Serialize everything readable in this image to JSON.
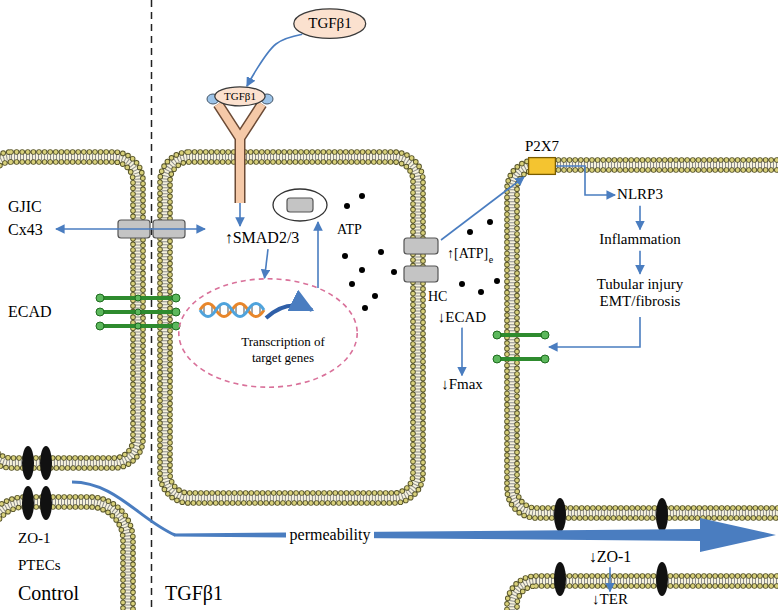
{
  "diagram": {
    "nodes": [
      {
        "text": [
          "TGFβ1"
        ]
      },
      {
        "text": [
          "TGFβ1"
        ]
      },
      {
        "text": [
          "P2X7"
        ]
      },
      {
        "text": [
          "↑SMAD2/3"
        ]
      },
      {
        "text": [
          "Transcription of target genes"
        ]
      },
      {
        "text": [
          "NLRP3"
        ]
      },
      {
        "text": [
          "Inflammation"
        ]
      },
      {
        "text": [
          "Tubular injury EMT/fibrosis"
        ]
      },
      {
        "text": [
          "↓ECAD"
        ]
      },
      {
        "text": [
          "↓Fmax"
        ]
      },
      {
        "text": [
          "↓ZO-1"
        ]
      },
      {
        "text": [
          "↓TER"
        ]
      }
    ],
    "edges": [
      {
        "from": 0,
        "to": 1,
        "arrow": "to"
      },
      {
        "from": 3,
        "to": 4,
        "arrow": "to"
      },
      {
        "from": 2,
        "to": 5,
        "arrow": "to"
      },
      {
        "from": 5,
        "to": 6,
        "arrow": "to"
      },
      {
        "from": 6,
        "to": 7,
        "arrow": "to"
      },
      {
        "from": 8,
        "to": 9,
        "arrow": "to"
      },
      {
        "from": 10,
        "to": 11,
        "arrow": "to"
      }
    ],
    "labels": [
      "GJIC",
      "Cx43",
      "ECAD",
      "ATP",
      "HC",
      "↑[ATP]",
      "e",
      "ZO-1",
      "PTECs",
      "permeability",
      "Control",
      "TGFβ1"
    ]
  }
}
